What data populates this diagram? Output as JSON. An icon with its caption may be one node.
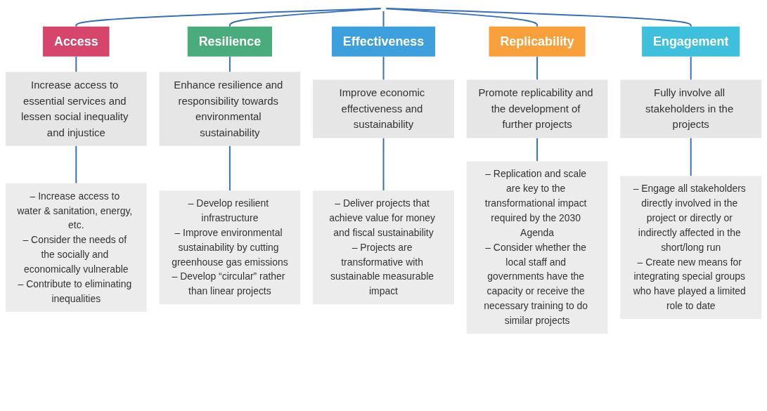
{
  "diagram": {
    "nodes": [
      {
        "text": [
          "Access"
        ]
      },
      {
        "text": [
          "Resilience"
        ]
      },
      {
        "text": [
          "Effectiveness"
        ]
      },
      {
        "text": [
          "Replicability"
        ]
      },
      {
        "text": [
          "Engagement"
        ]
      },
      {
        "text": [
          "Increase access to essential services and lessen social inequality and injustice"
        ]
      },
      {
        "text": [
          "Enhance resilience and responsibility towards environmental sustainability"
        ]
      },
      {
        "text": [
          "Improve economic effectiveness and sustainability"
        ]
      },
      {
        "text": [
          "Promote replicability and the development of further projects"
        ]
      },
      {
        "text": [
          "Fully involve all stakeholders in the projects"
        ]
      },
      {
        "text": [
          "– Increase access to water & sanitation, energy, etc.",
          "– Consider the needs of the socially and economically vulnerable",
          "– Contribute to eliminating inequalities"
        ]
      },
      {
        "text": [
          "– Develop resilient infrastructure",
          "– Improve environmental sustainability by cutting greenhouse gas emissions",
          "– Develop “circular” rather than linear projects"
        ]
      },
      {
        "text": [
          "– Deliver projects that achieve value for money and fiscal sustainability",
          "– Projects are transformative with sustainable measurable impact"
        ]
      },
      {
        "text": [
          "– Replication and scale are key to the transformational impact required by the 2030 Agenda",
          "– Consider whether the local staff and governments have the capacity or receive the necessary training to do similar projects"
        ]
      },
      {
        "text": [
          "– Engage all stakeholders directly involved in the project or directly or indirectly affected in the short/long run",
          "– Create new means for integrating special groups who have played a limited role to date"
        ]
      }
    ],
    "edges": [
      {
        "from": null,
        "to": 0,
        "arrow": "none"
      },
      {
        "from": null,
        "to": 1,
        "arrow": "none"
      },
      {
        "from": null,
        "to": 2,
        "arrow": "none"
      },
      {
        "from": null,
        "to": 3,
        "arrow": "none"
      },
      {
        "from": null,
        "to": 4,
        "arrow": "none"
      },
      {
        "from": 0,
        "to": 5,
        "arrow": "none"
      },
      {
        "from": 1,
        "to": 6,
        "arrow": "none"
      },
      {
        "from": 2,
        "to": 7,
        "arrow": "none"
      },
      {
        "from": 3,
        "to": 8,
        "arrow": "none"
      },
      {
        "from": 4,
        "to": 9,
        "arrow": "none"
      },
      {
        "from": 5,
        "to": 10,
        "arrow": "none"
      },
      {
        "from": 6,
        "to": 11,
        "arrow": "none"
      },
      {
        "from": 7,
        "to": 12,
        "arrow": "none"
      },
      {
        "from": 8,
        "to": 13,
        "arrow": "none"
      },
      {
        "from": 9,
        "to": 14,
        "arrow": "none"
      }
    ]
  }
}
